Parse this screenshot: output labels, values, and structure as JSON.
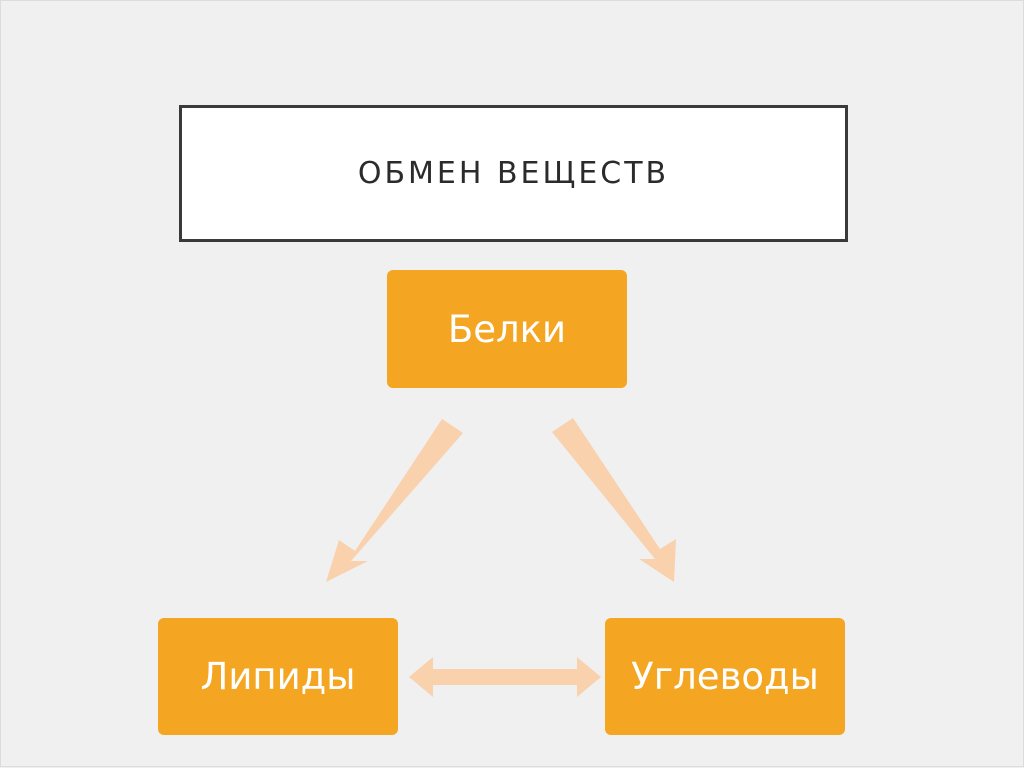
{
  "title": "ОБМЕН ВЕЩЕСТВ",
  "nodes": {
    "top": "Белки",
    "left": "Липиды",
    "right": "Углеводы"
  },
  "colors": {
    "background": "#f0f0f0",
    "node": "#f4a623",
    "arrow": "#f9d1ac",
    "title_border": "#3a3a3a"
  }
}
